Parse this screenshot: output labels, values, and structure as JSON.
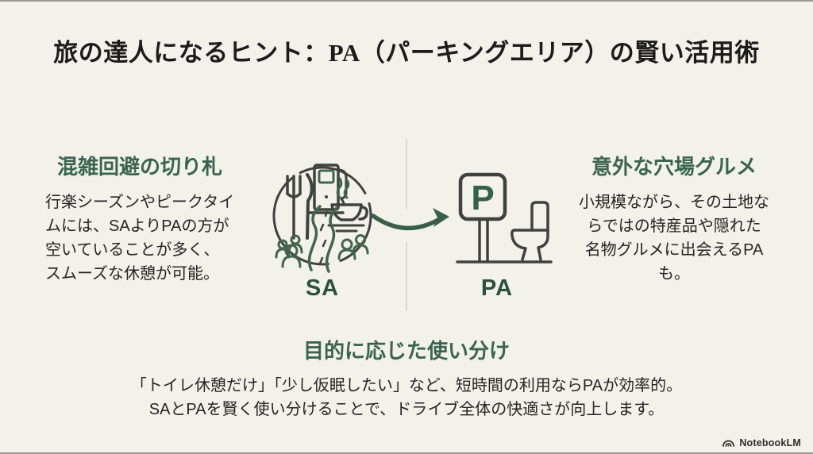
{
  "slide": {
    "title": "旅の達人になるヒント：PA（パーキングエリア）の賢い活用術",
    "background_color": "#f2f1ea",
    "accent_color": "#3a6450",
    "ink_color": "#1c1c1a"
  },
  "sections": {
    "left": {
      "heading": "混雑回避の切り札",
      "body_lines": [
        "行楽シーズンやピークタイ",
        "ムには、SAよりPAの方が",
        "空いていることが多く、",
        "スムーズな休憩が可能。"
      ]
    },
    "right": {
      "heading": "意外な穴場グルメ",
      "body_lines": [
        "小規模ながら、その土地な",
        "らではの特産品や隠れた",
        "名物グルメに出会えるPA",
        "も。"
      ]
    },
    "bottom": {
      "heading": "目的に応じた使い分け",
      "body_lines": [
        "「トイレ休憩だけ」「少し仮眠したい」など、短時間の利用ならPAが効率的。",
        "SAとPAを賢く使い分けることで、ドライブ全体の快適さが向上します。"
      ]
    }
  },
  "diagram": {
    "sa": {
      "label": "SA",
      "icon": "service-area-amenities-illustration"
    },
    "pa": {
      "label": "PA",
      "sign_letter": "P",
      "icon": "parking-sign-toilet-illustration"
    },
    "arrow_icon": "curved-right-arrow",
    "illustration_ink_color": "#3f423d",
    "illustration_green_color": "#41654d"
  },
  "footer": {
    "brand": "NotebookLM",
    "logo_icon": "notebooklm-logo"
  }
}
